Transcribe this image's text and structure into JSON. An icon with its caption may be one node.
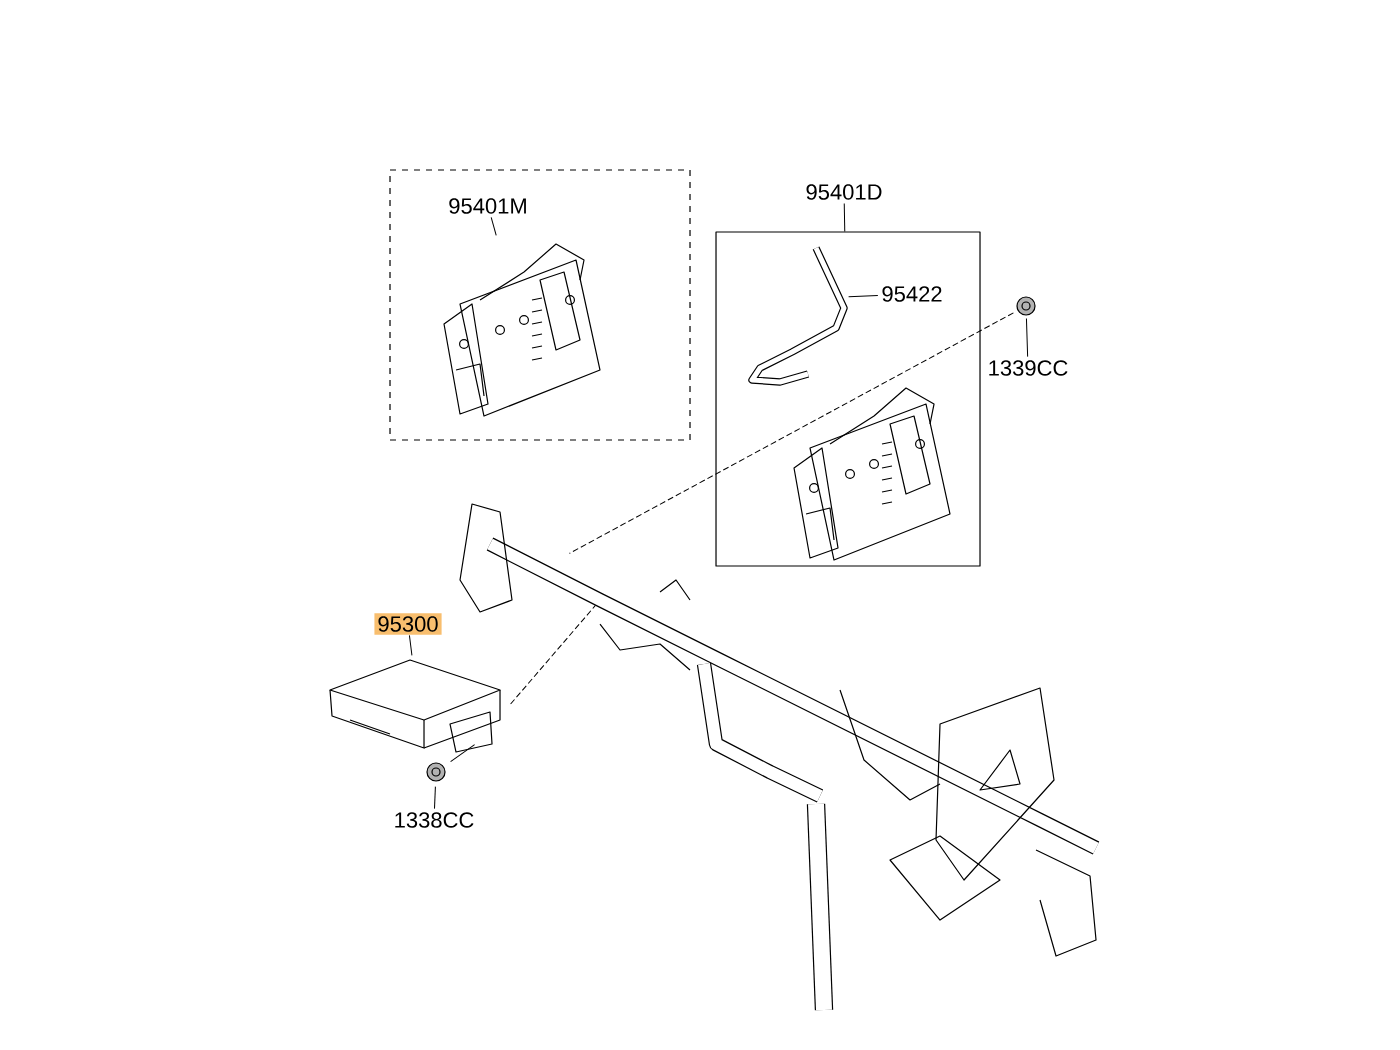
{
  "diagram": {
    "nodes": [
      {
        "text": [],
        "shape": "box"
      },
      {
        "text": [
          "95401M"
        ],
        "in": 0
      },
      {
        "text": [],
        "shape": "picture",
        "in": 0
      },
      {
        "text": [
          "95401D"
        ]
      },
      {
        "text": [],
        "shape": "box"
      },
      {
        "text": [
          "95422"
        ],
        "in": 4
      },
      {
        "text": [],
        "shape": "picture",
        "in": 4
      },
      {
        "text": [],
        "shape": "picture",
        "in": 4
      },
      {
        "text": [
          "1339CC"
        ]
      },
      {
        "text": [],
        "shape": "picture"
      },
      {
        "text": [
          "95300"
        ]
      },
      {
        "text": [],
        "shape": "picture"
      },
      {
        "text": [
          "1338CC"
        ]
      },
      {
        "text": [],
        "shape": "picture"
      },
      {
        "text": [],
        "shape": "picture"
      }
    ],
    "edges": [
      {
        "from": 1,
        "to": 2,
        "arrow": "none"
      },
      {
        "from": 3,
        "to": 4,
        "arrow": "none"
      },
      {
        "from": 5,
        "to": 6,
        "arrow": "none"
      },
      {
        "from": 8,
        "to": 9,
        "arrow": "none"
      },
      {
        "from": 9,
        "to": 14,
        "arrow": "none",
        "style": "dashed"
      },
      {
        "from": 10,
        "to": 11,
        "arrow": "none"
      },
      {
        "from": 12,
        "to": 13,
        "arrow": "none"
      },
      {
        "from": 13,
        "to": 11,
        "arrow": "none"
      },
      {
        "from": 11,
        "to": 14,
        "arrow": "none",
        "style": "dashed"
      }
    ]
  }
}
